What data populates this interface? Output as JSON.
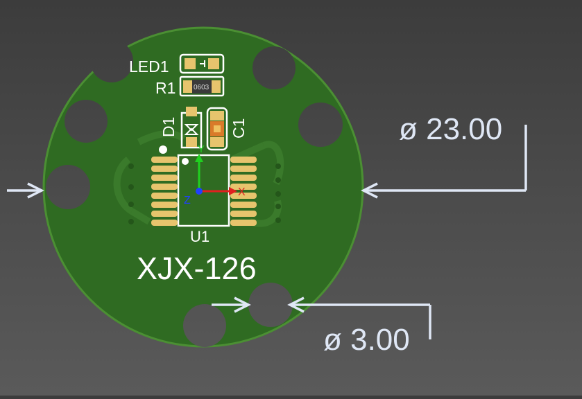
{
  "board": {
    "name": "XJX-126",
    "board_color": "#2f6b22",
    "silk_color": "#ffffff",
    "pad_color": "#e7c46d"
  },
  "dimensions": {
    "outer_diameter": "ø 23.00",
    "hole_diameter": "ø 3.00",
    "line_color": "#dfe7f5"
  },
  "components": {
    "led1": "LED1",
    "r1": "R1",
    "r1_package": "0603",
    "d1": "D1",
    "c1": "C1",
    "u1": "U1"
  },
  "axes": {
    "x": "X",
    "y": "Y",
    "z": "Z",
    "x_color": "#e02020",
    "y_color": "#20d020",
    "z_color": "#2040ff"
  }
}
